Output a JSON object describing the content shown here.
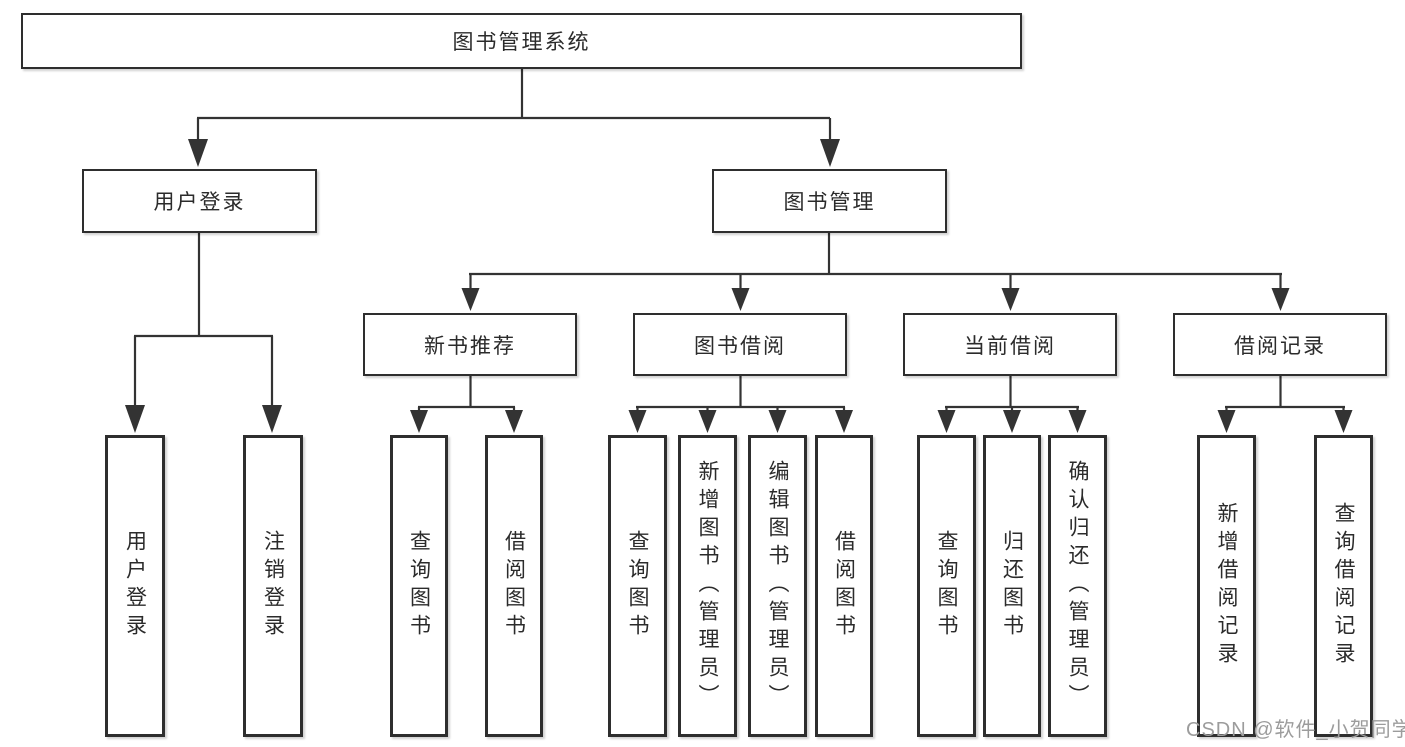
{
  "watermark": "CSDN @软件_小贺同学",
  "colors": {
    "box_border": "#2e2e2e",
    "connector": "#333333",
    "text": "#2b2b2b",
    "watermark_gray": "#9c9c9c",
    "background": "#ffffff"
  },
  "tree": {
    "root": "图书管理系统",
    "user": {
      "label": "用户登录",
      "children": [
        "用户登录",
        "注销登录"
      ]
    },
    "mgmt": {
      "label": "图书管理",
      "sections": [
        {
          "label": "新书推荐",
          "children": [
            "查询图书",
            "借阅图书"
          ]
        },
        {
          "label": "图书借阅",
          "children": [
            "查询图书",
            "新增图书（管理员）",
            "编辑图书（管理员）",
            "借阅图书"
          ]
        },
        {
          "label": "当前借阅",
          "children": [
            "查询图书",
            "归还图书",
            "确认归还（管理员）"
          ]
        },
        {
          "label": "借阅记录",
          "children": [
            "新增借阅记录",
            "查询借阅记录"
          ]
        }
      ]
    }
  }
}
